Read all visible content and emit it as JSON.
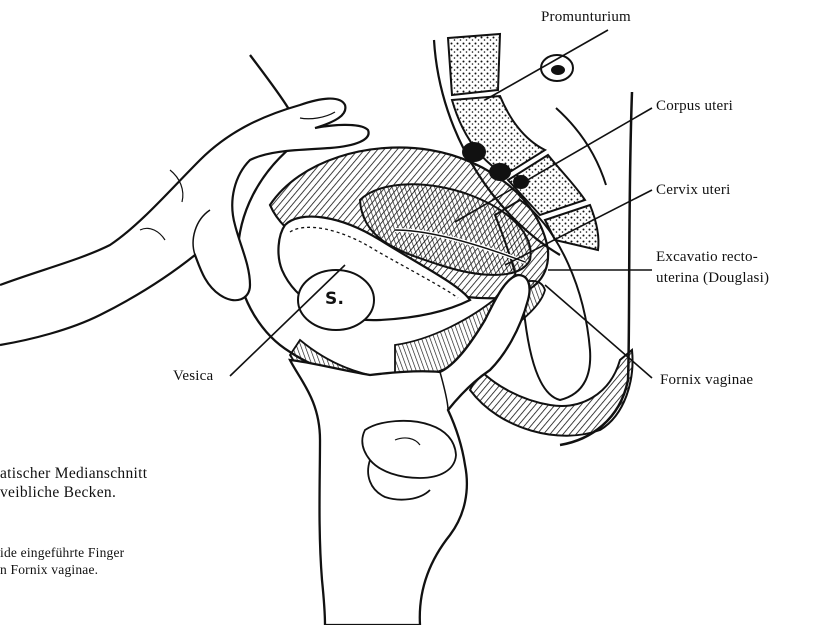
{
  "labels": {
    "promunturium": "Promunturium",
    "corpus_uteri": "Corpus uteri",
    "cervix_uteri": "Cervix uteri",
    "excavatio_line1": "Excavatio recto-",
    "excavatio_line2": "uterina (Douglasi)",
    "vesica": "Vesica",
    "fornix_vaginae": "Fornix vaginae",
    "bladder_mark": "S."
  },
  "caption": {
    "line1": "atischer Medianschnitt",
    "line2": "veibliche Becken.",
    "line3": "ide eingeführte Finger",
    "line4": "n Fornix vaginae."
  }
}
